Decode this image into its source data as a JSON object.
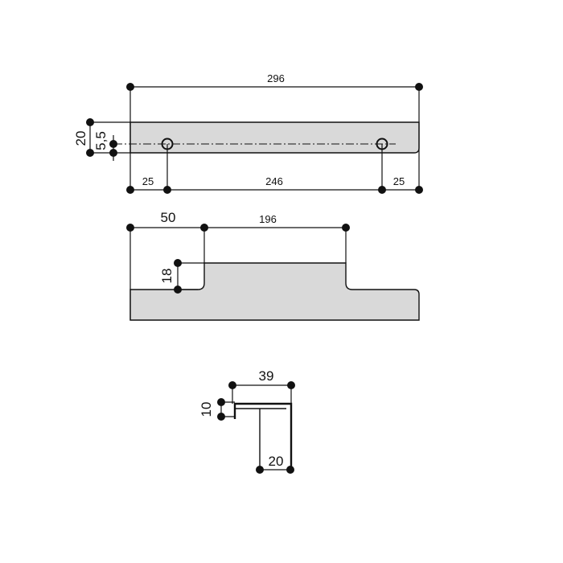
{
  "colors": {
    "part_fill": "#d9d9d9",
    "ink": "#111111",
    "background": "#ffffff"
  },
  "top_view": {
    "overall_length": "296",
    "height": "20",
    "hole_offset": "5,5",
    "edge_left": "25",
    "hole_spacing": "246",
    "edge_right": "25"
  },
  "front_view": {
    "grip_offset": "50",
    "grip_length": "196",
    "grip_depth": "18"
  },
  "section_view": {
    "width": "39",
    "lip": "10",
    "leg": "20"
  }
}
